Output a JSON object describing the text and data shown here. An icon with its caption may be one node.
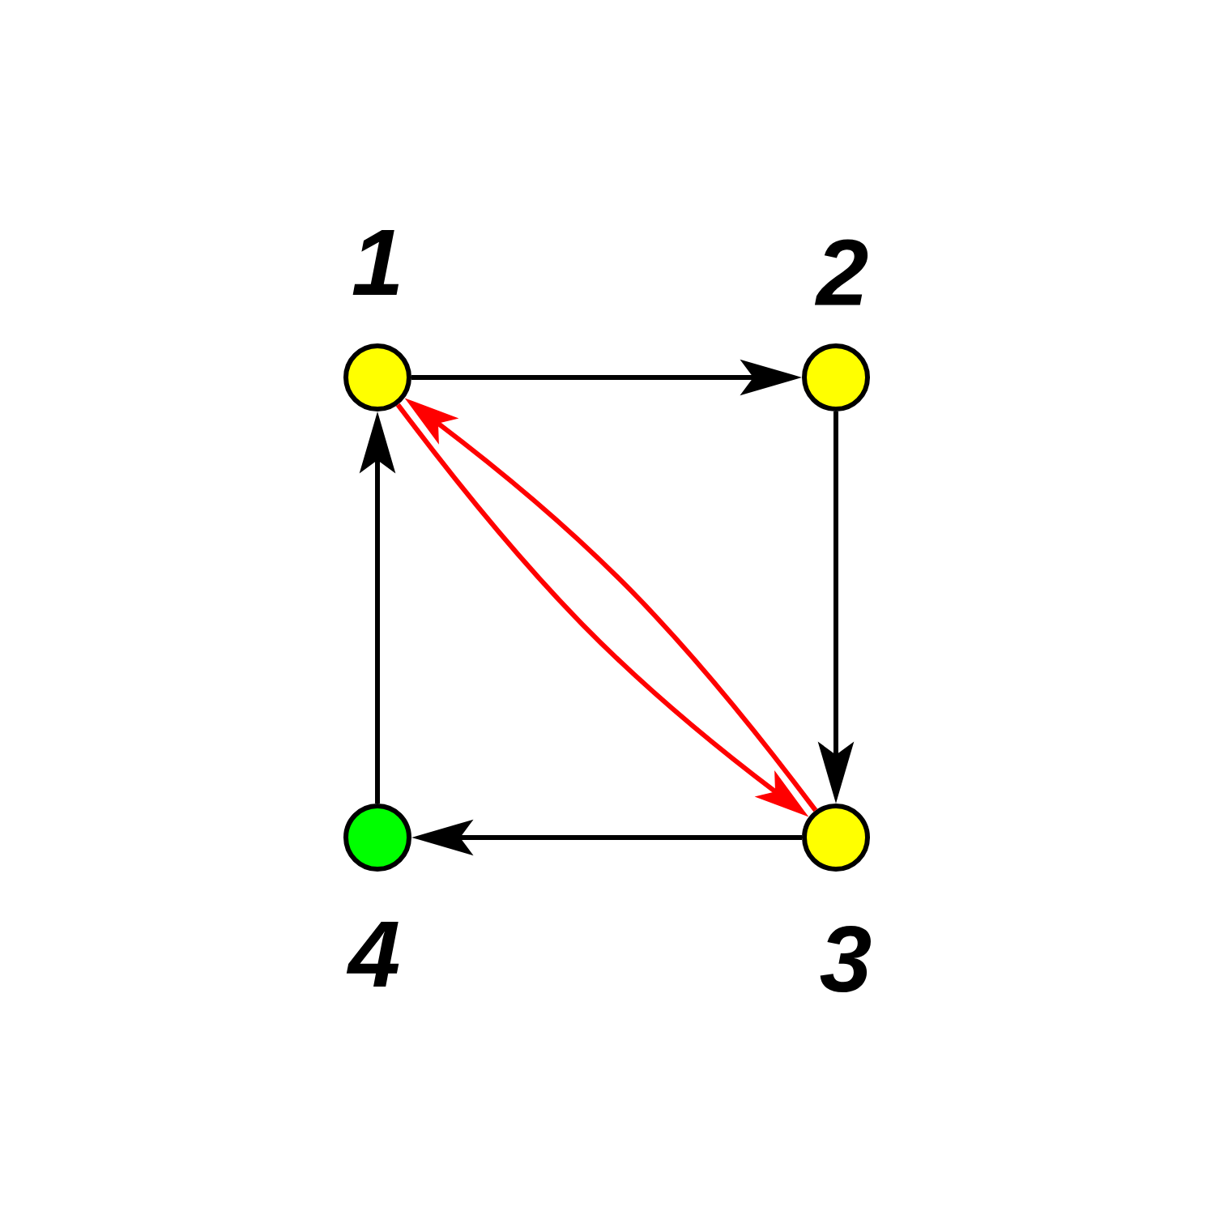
{
  "diagram": {
    "nodes": [
      {
        "text": [
          "1"
        ]
      },
      {
        "text": [
          "2"
        ]
      },
      {
        "text": [
          "4"
        ]
      },
      {
        "text": [
          "3"
        ]
      }
    ],
    "edges": [
      {
        "from": 0,
        "to": 1,
        "arrow": "to"
      },
      {
        "from": 1,
        "to": 3,
        "arrow": "to"
      },
      {
        "from": 3,
        "to": 2,
        "arrow": "to"
      },
      {
        "from": 2,
        "to": 0,
        "arrow": "to"
      },
      {
        "from": 0,
        "to": 3,
        "arrow": "to",
        "color": "#ff0000"
      },
      {
        "from": 3,
        "to": 0,
        "arrow": "to",
        "color": "#ff0000"
      }
    ]
  }
}
